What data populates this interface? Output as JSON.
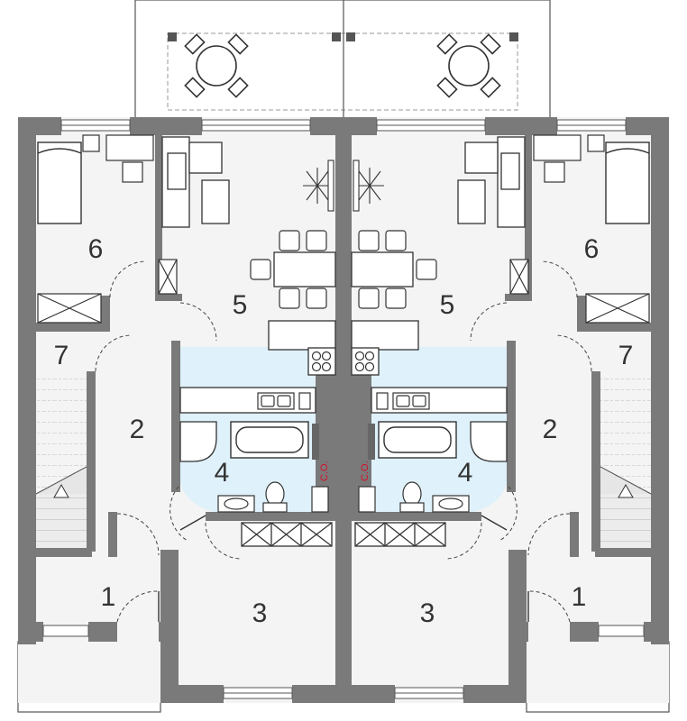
{
  "colors": {
    "wall": "#7a7a7a",
    "floor": "#f4f4f4",
    "wet_floor": "#dff1fa",
    "line": "#333333",
    "accent_red": "#d4102a",
    "stair": "#e3e3e3"
  },
  "rooms": {
    "left": {
      "entrance": "1",
      "hall": "2",
      "garage": "3",
      "bathroom": "4",
      "living": "5",
      "bedroom": "6",
      "storage": "7"
    },
    "right": {
      "entrance": "1",
      "hall": "2",
      "garage": "3",
      "bathroom": "4",
      "living": "5",
      "bedroom": "6",
      "storage": "7"
    }
  },
  "boiler_label_left": "C.O.",
  "boiler_label_right": "C.O.",
  "icons": [
    "table-icon",
    "chair-icon",
    "sofa-icon",
    "bed-icon",
    "bathtub-icon",
    "toilet-icon",
    "sink-icon",
    "stove-icon",
    "stairs-icon",
    "door-swing-icon",
    "window-icon",
    "fireplace-icon"
  ]
}
